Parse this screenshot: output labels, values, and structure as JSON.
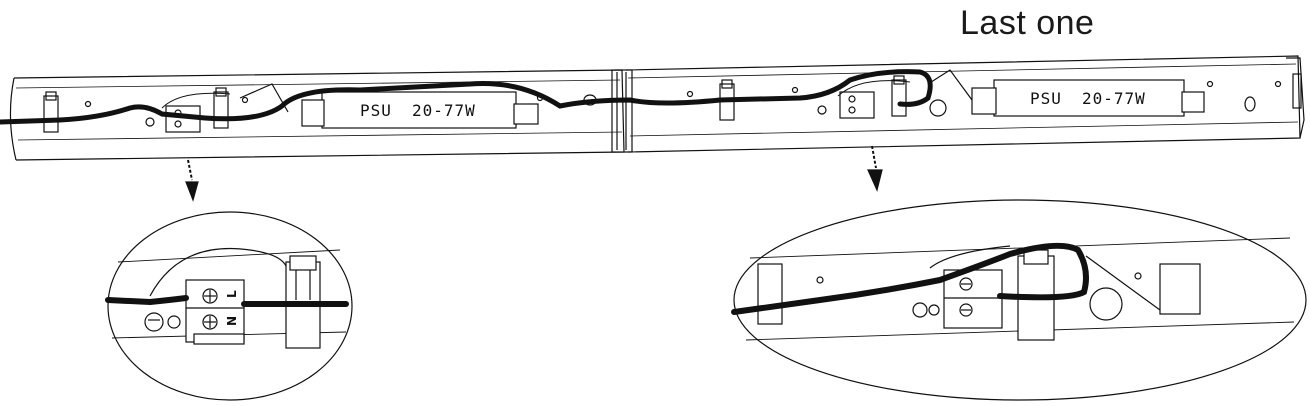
{
  "caption": "Last one",
  "psu_left": {
    "label": "PSU",
    "rating": "20-77W"
  },
  "psu_right": {
    "label": "PSU",
    "rating": "20-77W"
  },
  "terminal": {
    "live": "L",
    "neutral": "N"
  },
  "icons": [
    "down-arrow-icon",
    "screw-icon",
    "earth-symbol-icon"
  ]
}
